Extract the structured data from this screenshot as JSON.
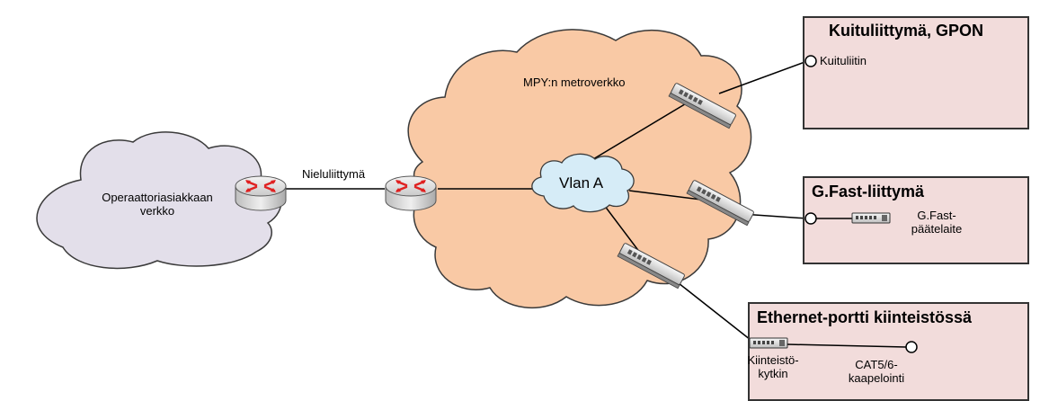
{
  "clouds": {
    "operator_network": "Operaattoriasiakkaan verkko",
    "operator_network_line1": "Operaattoriasiakkaan",
    "operator_network_line2": "verkko",
    "metro_network": "MPY:n metroverkko",
    "vlan": "Vlan A"
  },
  "links": {
    "sink_interface": "Nieluliittymä"
  },
  "boxes": {
    "fiber": {
      "title": "Kuituliittymä, GPON",
      "port_label": "Kuituliitin"
    },
    "gfast": {
      "title": "G.Fast-liittymä",
      "device_label_line1": "G.Fast-",
      "device_label_line2": "päätelaite"
    },
    "ethernet": {
      "title": "Ethernet-portti kiinteistössä",
      "switch_label_line1": "Kiinteistö-",
      "switch_label_line2": "kytkin",
      "cabling_label_line1": "CAT5/6-",
      "cabling_label_line2": "kaapelointi"
    }
  },
  "icons": [
    "router-icon",
    "switch-icon",
    "port-icon",
    "cloud-icon"
  ],
  "colors": {
    "operator_cloud": "#e3dfea",
    "metro_cloud": "#f9c9a5",
    "vlan_cloud": "#d6ecf7",
    "box_fill": "#f2dcdb",
    "router_arrow": "#e02020"
  }
}
